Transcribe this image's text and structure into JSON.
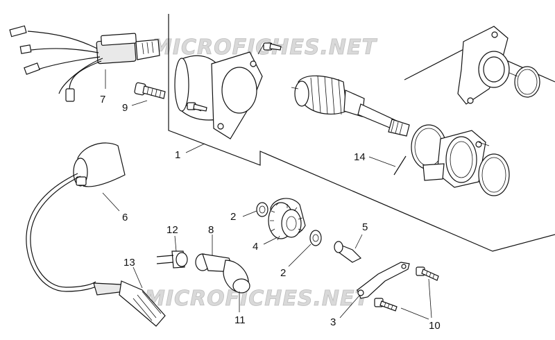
{
  "watermark": "MICROFICHES.NET",
  "callouts": [
    {
      "id": "7",
      "label": "7"
    },
    {
      "id": "9",
      "label": "9"
    },
    {
      "id": "1",
      "label": "1"
    },
    {
      "id": "14",
      "label": "14"
    },
    {
      "id": "6",
      "label": "6"
    },
    {
      "id": "2a",
      "label": "2"
    },
    {
      "id": "5",
      "label": "5"
    },
    {
      "id": "12",
      "label": "12"
    },
    {
      "id": "8",
      "label": "8"
    },
    {
      "id": "4",
      "label": "4"
    },
    {
      "id": "2b",
      "label": "2"
    },
    {
      "id": "13",
      "label": "13"
    },
    {
      "id": "11",
      "label": "11"
    },
    {
      "id": "3",
      "label": "3"
    },
    {
      "id": "10",
      "label": "10"
    }
  ]
}
